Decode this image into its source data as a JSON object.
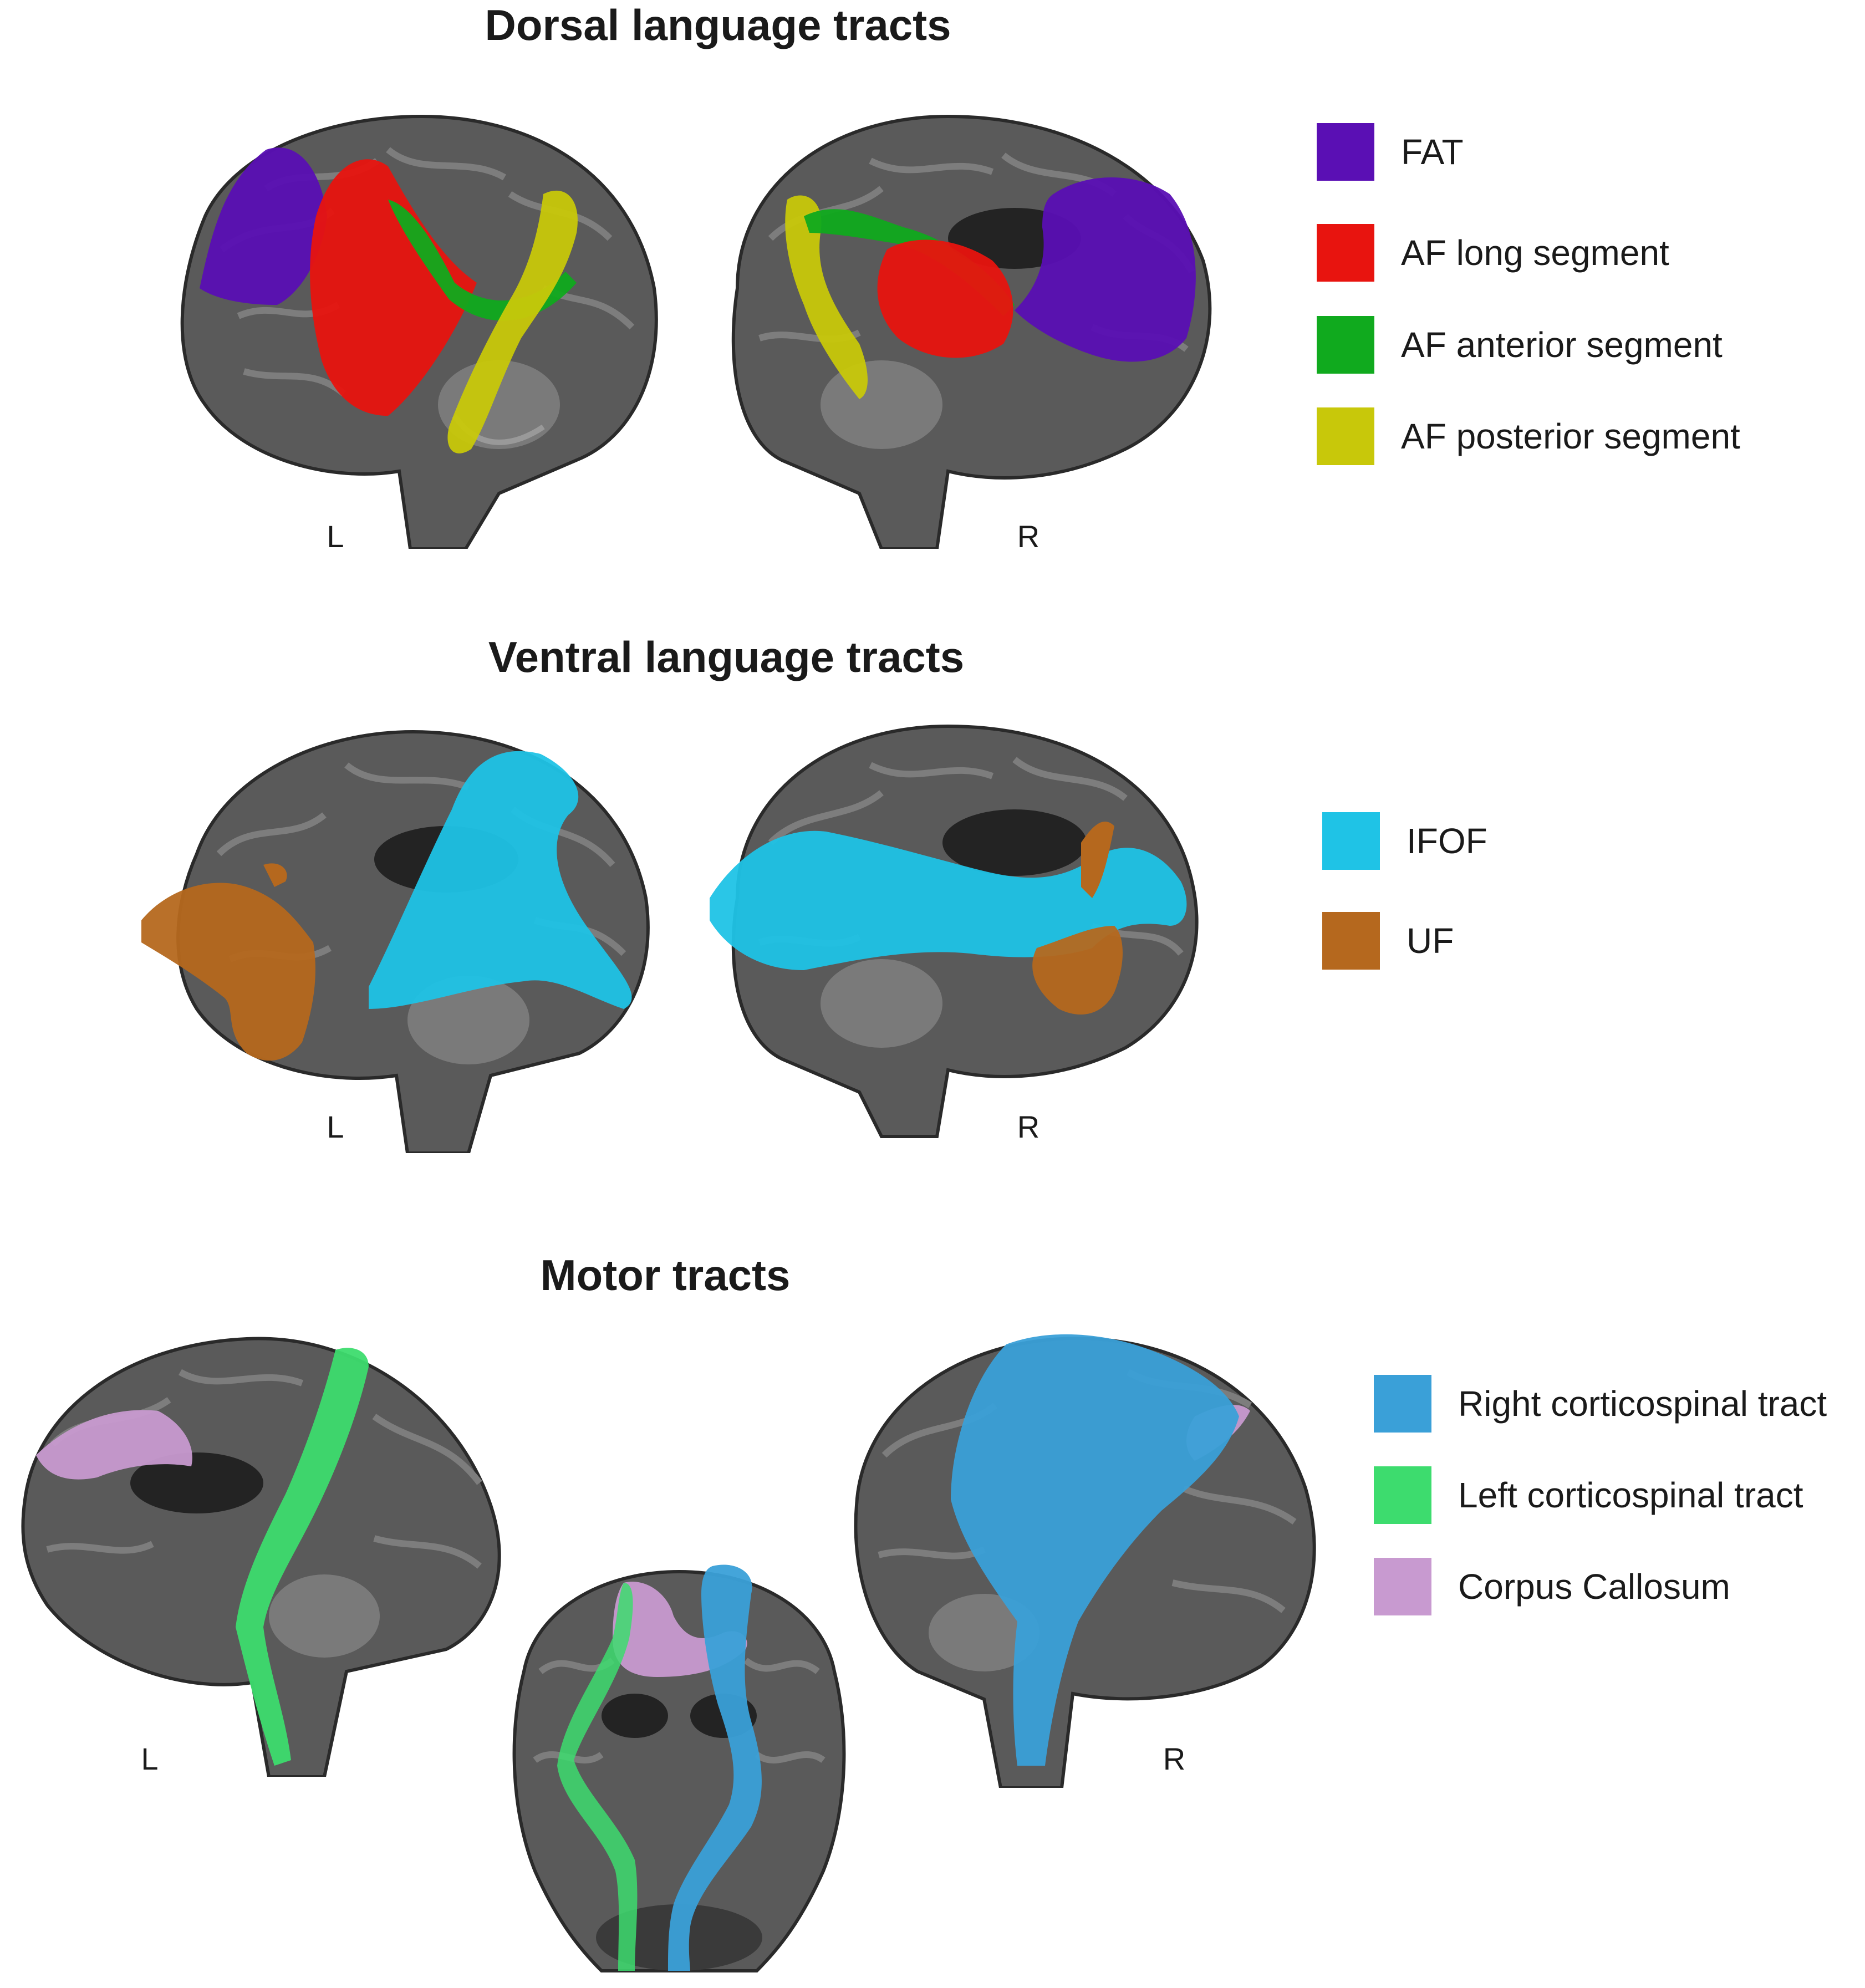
{
  "sections": {
    "dorsal": {
      "title": "Dorsal language tracts",
      "left_label": "L",
      "right_label": "R",
      "legend": [
        {
          "label": "FAT",
          "color": "#5a0fb4"
        },
        {
          "label": "AF long segment",
          "color": "#e8140f"
        },
        {
          "label": "AF anterior segment",
          "color": "#10aa1e"
        },
        {
          "label": "AF posterior segment",
          "color": "#c8c80a"
        }
      ]
    },
    "ventral": {
      "title": "Ventral language tracts",
      "left_label": "L",
      "right_label": "R",
      "legend": [
        {
          "label": "IFOF",
          "color": "#1fc3e6"
        },
        {
          "label": "UF",
          "color": "#b5681e"
        }
      ]
    },
    "motor": {
      "title": "Motor tracts",
      "left_label": "L",
      "right_label": "R",
      "legend": [
        {
          "label": "Right corticospinal tract",
          "color": "#3aa0d8"
        },
        {
          "label": "Left corticospinal tract",
          "color": "#3ddc6e"
        },
        {
          "label": "Corpus Callosum",
          "color": "#c89ad0"
        }
      ]
    }
  }
}
